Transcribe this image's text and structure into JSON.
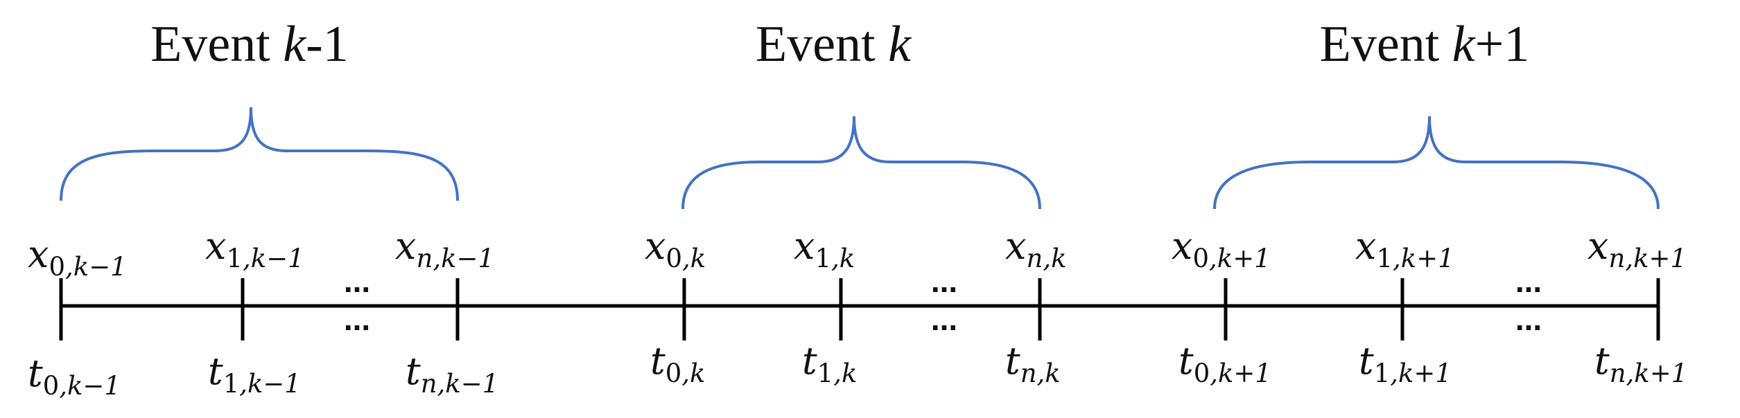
{
  "colors": {
    "brace": "#4472C4",
    "axis": "#000000"
  },
  "events": [
    {
      "title_prefix": "Event ",
      "title_var": "k",
      "title_suffix": "-1",
      "x_labels": [
        {
          "base": "x",
          "sub_idx": "0",
          "sub": ",k−1"
        },
        {
          "base": "x",
          "sub_idx": "1",
          "sub": ",k−1"
        },
        {
          "base": "x",
          "sub_idx": "n",
          "sub": ",k−1"
        }
      ],
      "t_labels": [
        {
          "base": "t",
          "sub_idx": "0",
          "sub": ",k−1"
        },
        {
          "base": "t",
          "sub_idx": "1",
          "sub": ",k−1"
        },
        {
          "base": "t",
          "sub_idx": "n",
          "sub": ",k−1"
        }
      ]
    },
    {
      "title_prefix": "Event ",
      "title_var": "k",
      "title_suffix": "",
      "x_labels": [
        {
          "base": "x",
          "sub_idx": "0",
          "sub": ",k"
        },
        {
          "base": "x",
          "sub_idx": "1",
          "sub": ",k"
        },
        {
          "base": "x",
          "sub_idx": "n",
          "sub": ",k"
        }
      ],
      "t_labels": [
        {
          "base": "t",
          "sub_idx": "0",
          "sub": ",k"
        },
        {
          "base": "t",
          "sub_idx": "1",
          "sub": ",k"
        },
        {
          "base": "t",
          "sub_idx": "n",
          "sub": ",k"
        }
      ]
    },
    {
      "title_prefix": "Event ",
      "title_var": "k",
      "title_suffix": "+1",
      "x_labels": [
        {
          "base": "x",
          "sub_idx": "0",
          "sub": ",k+1"
        },
        {
          "base": "x",
          "sub_idx": "1",
          "sub": ",k+1"
        },
        {
          "base": "x",
          "sub_idx": "n",
          "sub": ",k+1"
        }
      ],
      "t_labels": [
        {
          "base": "t",
          "sub_idx": "0",
          "sub": ",k+1"
        },
        {
          "base": "t",
          "sub_idx": "1",
          "sub": ",k+1"
        },
        {
          "base": "t",
          "sub_idx": "n",
          "sub": ",k+1"
        }
      ]
    }
  ],
  "ellipsis": "..."
}
